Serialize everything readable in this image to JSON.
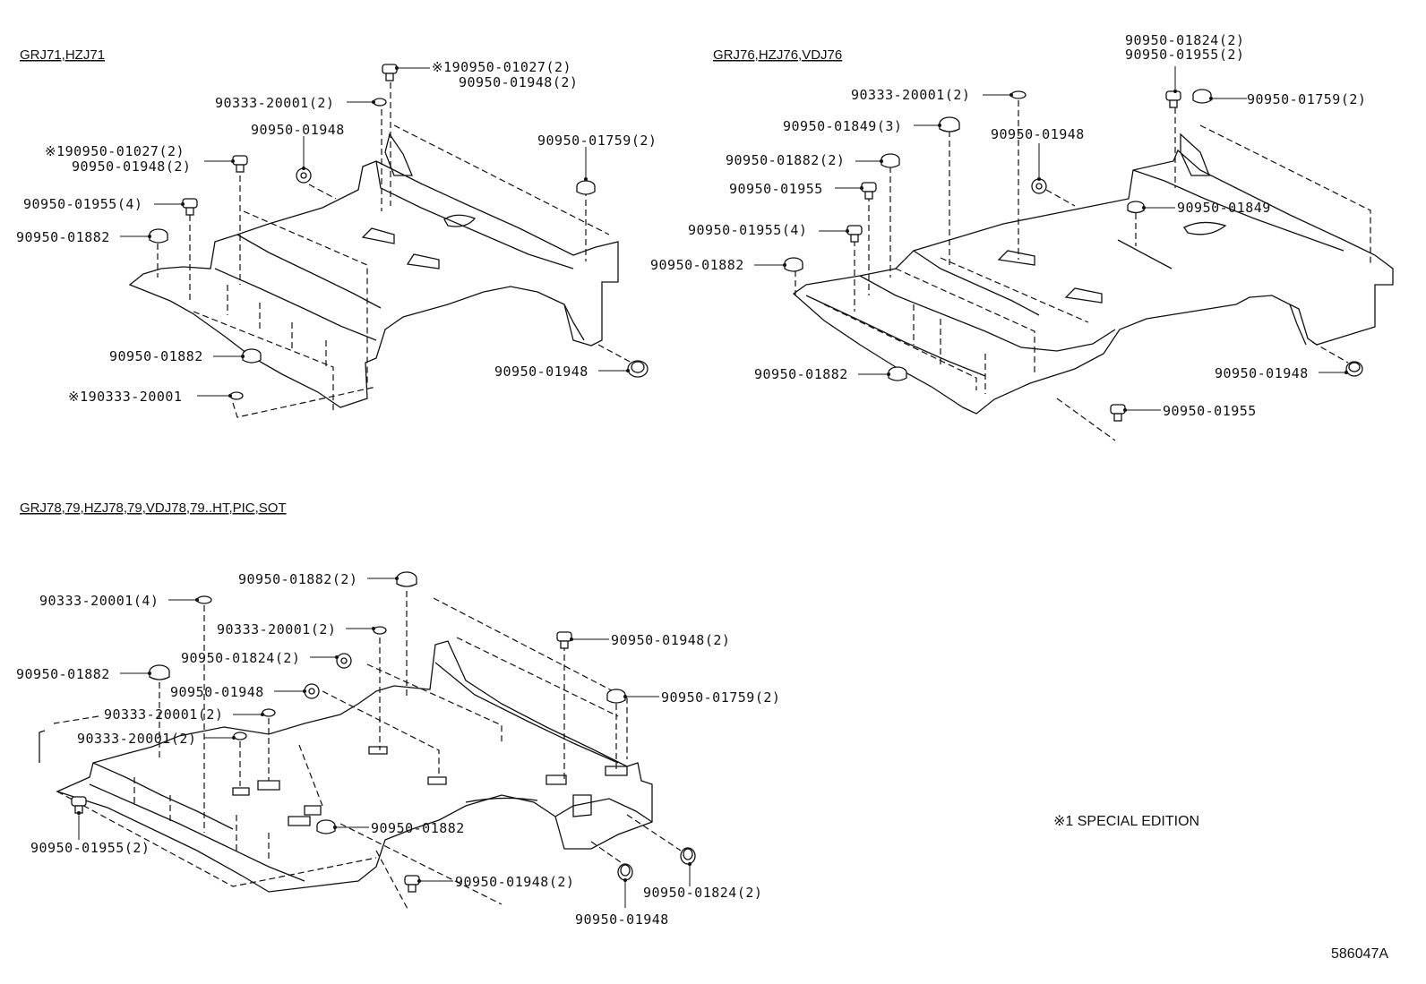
{
  "sections": [
    {
      "header": "GRJ71,HZJ71",
      "labels": [
        "※190950-01027(2)",
        "90950-01948(2)",
        "90333-20001(2)",
        "90950-01948",
        "90950-01759(2)",
        "※190950-01027(2)",
        "90950-01948(2)",
        "90950-01955(4)",
        "90950-01882",
        "90950-01882",
        "90950-01948",
        "※190333-20001"
      ]
    },
    {
      "header": "GRJ76,HZJ76,VDJ76",
      "labels": [
        "90950-01824(2)",
        "90950-01955(2)",
        "90333-20001(2)",
        "90950-01759(2)",
        "90950-01849(3)",
        "90950-01948",
        "90950-01882(2)",
        "90950-01955",
        "90950-01849",
        "90950-01955(4)",
        "90950-01882",
        "90950-01948",
        "90950-01882",
        "90950-01955"
      ]
    },
    {
      "header": "GRJ78,79,HZJ78,79,VDJ78,79..HT,PIC,SOT",
      "labels": [
        "90950-01882(2)",
        "90333-20001(4)",
        "90333-20001(2)",
        "90950-01948(2)",
        "90950-01824(2)",
        "90950-01882",
        "90950-01948",
        "90950-01759(2)",
        "90333-20001(2)",
        "90333-20001(2)",
        "90950-01882",
        "90950-01955(2)",
        "90950-01948(2)",
        "90950-01824(2)",
        "90950-01948"
      ]
    }
  ],
  "note": "※1 SPECIAL EDITION",
  "illustration_number": "586047A"
}
